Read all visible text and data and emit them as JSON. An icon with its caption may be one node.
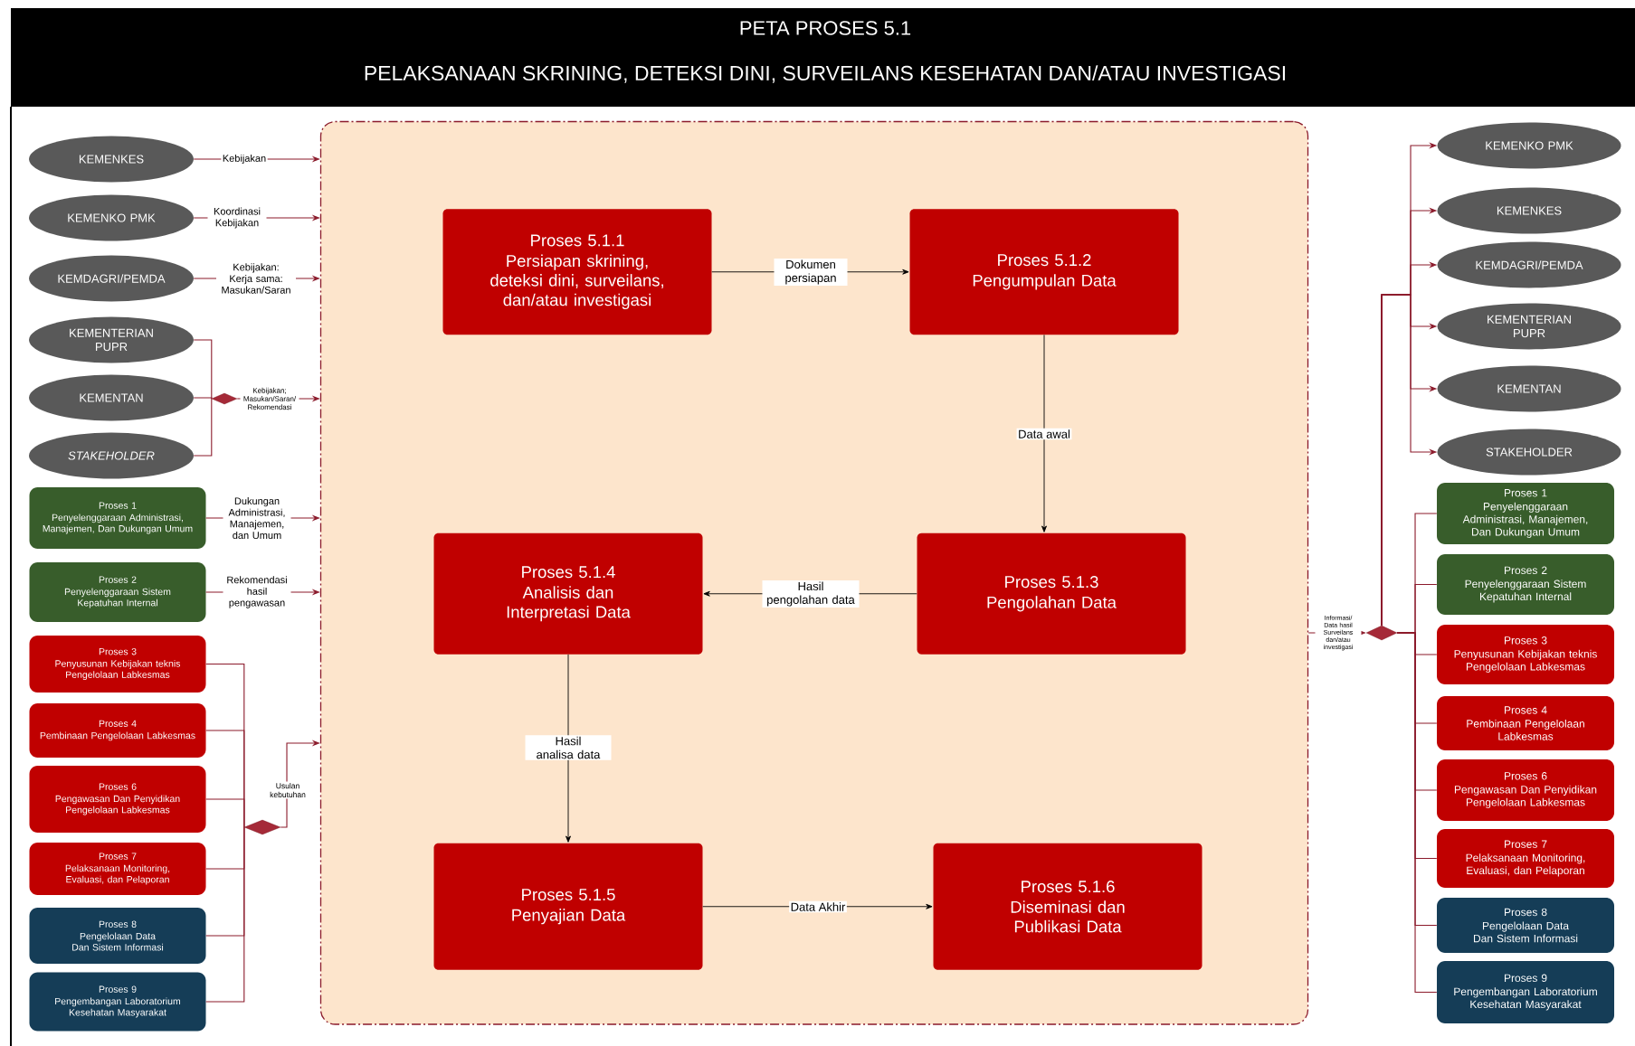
{
  "diagram": {
    "title": "PETA PROSES 5.1",
    "nodes": [
      {
        "text": [
          "KEMENKES"
        ]
      },
      {
        "text": [
          "KEMENKO PMK"
        ]
      },
      {
        "text": [
          "KEMDAGRI/PEMDA"
        ]
      },
      {
        "text": [
          "KEMENTERIAN PUPR"
        ]
      },
      {
        "text": [
          "KEMENTAN"
        ]
      },
      {
        "text": [
          "STAKEHOLDER"
        ]
      },
      {
        "text": [
          "Proses 1",
          "Penyelenggaraan Administrasi, Manajemen, Dan Dukungan Umum"
        ]
      },
      {
        "text": [
          "Proses 2",
          "Penyelenggaraan Sistem Kepatuhan Internal"
        ]
      },
      {
        "text": [
          "Proses 3",
          "Penyusunan Kebijakan teknis Pengelolaan Labkesmas"
        ]
      },
      {
        "text": [
          "Proses 4",
          "Pembinaan Pengelolaan Labkesmas"
        ]
      },
      {
        "text": [
          "Proses 6",
          "Pengawasan Dan Penyidikan Pengelolaan Labkesmas"
        ]
      },
      {
        "text": [
          "Proses 7",
          "Pelaksanaan Monitoring, Evaluasi, dan Pelaporan"
        ]
      },
      {
        "text": [
          "Proses 8",
          "Pengelolaan Data Dan Sistem Informasi"
        ]
      },
      {
        "text": [
          "Proses 9",
          "Pengembangan Laboratorium Kesehatan Masyarakat"
        ]
      },
      {
        "text": [],
        "shape": "box"
      },
      {
        "text": [
          "Proses 5.1.1",
          "Persiapan skrining, deteksi dini, surveilans, dan/atau investigasi"
        ],
        "in": 14
      },
      {
        "text": [
          "Proses 5.1.2",
          "Pengumpulan Data"
        ],
        "in": 14
      },
      {
        "text": [
          "Proses 5.1.3",
          "Pengolahan Data"
        ],
        "in": 14
      },
      {
        "text": [
          "Proses 5.1.4",
          "Analisis dan Interpretasi Data"
        ],
        "in": 14
      },
      {
        "text": [
          "Proses 5.1.5",
          "Penyajian Data"
        ],
        "in": 14
      },
      {
        "text": [
          "Proses 5.1.6",
          "Diseminasi dan Publikasi Data"
        ],
        "in": 14
      },
      {
        "text": [],
        "shape": "diamond"
      },
      {
        "text": [],
        "shape": "diamond"
      },
      {
        "text": [],
        "shape": "diamond"
      },
      {
        "text": [
          "KEMENKO PMK"
        ]
      },
      {
        "text": [
          "KEMENKES"
        ]
      },
      {
        "text": [
          "KEMDAGRI/PEMDA"
        ]
      },
      {
        "text": [
          "KEMENTERIAN PUPR"
        ]
      },
      {
        "text": [
          "KEMENTAN"
        ]
      },
      {
        "text": [
          "STAKEHOLDER"
        ]
      },
      {
        "text": [
          "Proses 1",
          "Penyelenggaraan Administrasi, Manajemen, Dan Dukungan Umum"
        ]
      },
      {
        "text": [
          "Proses 2",
          "Penyelenggaraan Sistem Kepatuhan Internal"
        ]
      },
      {
        "text": [
          "Proses 3",
          "Penyusunan Kebijakan teknis Pengelolaan Labkesmas"
        ]
      },
      {
        "text": [
          "Proses 4",
          "Pembinaan Pengelolaan Labkesmas"
        ]
      },
      {
        "text": [
          "Proses 6",
          "Pengawasan Dan Penyidikan Pengelolaan Labkesmas"
        ]
      },
      {
        "text": [
          "Proses 7",
          "Pelaksanaan Monitoring, Evaluasi, dan Pelaporan"
        ]
      },
      {
        "text": [
          "Proses 8",
          "Pengelolaan Data Dan Sistem Informasi"
        ]
      },
      {
        "text": [
          "Proses 9",
          "Pengembangan Laboratorium Kesehatan Masyarakat"
        ]
      }
    ],
    "edges": [
      {
        "from": 0,
        "to": 14,
        "arrow": "to",
        "label": "Kebijakan"
      },
      {
        "from": 1,
        "to": 14,
        "arrow": "to",
        "label": "Koordinasi Kebijakan"
      },
      {
        "from": 2,
        "to": 14,
        "arrow": "to",
        "label": "Kebijakan: Kerja sama: Masukan/Saran"
      },
      {
        "from": 3,
        "to": 21,
        "arrow": "none"
      },
      {
        "from": 4,
        "to": 21,
        "arrow": "none"
      },
      {
        "from": 5,
        "to": 21,
        "arrow": "none"
      },
      {
        "from": 21,
        "to": 14,
        "arrow": "to",
        "label": "Kebijakan; Masukan/Saran/ Rekomendasi"
      },
      {
        "from": 6,
        "to": 14,
        "arrow": "to",
        "label": "Dukungan Administrasi, Manajemen, dan Umum"
      },
      {
        "from": 7,
        "to": 14,
        "arrow": "to",
        "label": "Rekomendasi hasil pengawasan"
      },
      {
        "from": 8,
        "to": 22,
        "arrow": "none"
      },
      {
        "from": 9,
        "to": 22,
        "arrow": "none"
      },
      {
        "from": 10,
        "to": 22,
        "arrow": "none"
      },
      {
        "from": 11,
        "to": 22,
        "arrow": "none"
      },
      {
        "from": 12,
        "to": 22,
        "arrow": "none"
      },
      {
        "from": 13,
        "to": 22,
        "arrow": "none"
      },
      {
        "from": 22,
        "to": 14,
        "arrow": "to",
        "label": "Usulan kebutuhan"
      },
      {
        "from": 15,
        "to": 16,
        "arrow": "to",
        "label": "Dokumen persiapan",
        "color": "#000000"
      },
      {
        "from": 16,
        "to": 17,
        "arrow": "to",
        "label": "Data awal",
        "color": "#000000"
      },
      {
        "from": 17,
        "to": 18,
        "arrow": "to",
        "label": "Hasil pengolahan data",
        "color": "#000000"
      },
      {
        "from": 18,
        "to": 19,
        "arrow": "to",
        "label": "Hasil analisa data",
        "color": "#000000"
      },
      {
        "from": 19,
        "to": 20,
        "arrow": "to",
        "label": "Data Akhir",
        "color": "#000000"
      },
      {
        "from": 14,
        "to": 23,
        "arrow": "to",
        "label": "Informasi/ Data hasil Surveilans dan/atau investigasi"
      },
      {
        "from": 23,
        "to": 24,
        "arrow": "to"
      },
      {
        "from": 23,
        "to": 25,
        "arrow": "to"
      },
      {
        "from": 23,
        "to": 26,
        "arrow": "to"
      },
      {
        "from": 23,
        "to": 27,
        "arrow": "to"
      },
      {
        "from": 23,
        "to": 28,
        "arrow": "to"
      },
      {
        "from": 23,
        "to": 29,
        "arrow": "to"
      },
      {
        "from": 23,
        "to": 30,
        "arrow": "none"
      },
      {
        "from": 23,
        "to": 31,
        "arrow": "none"
      },
      {
        "from": 23,
        "to": 32,
        "arrow": "none"
      },
      {
        "from": 23,
        "to": 33,
        "arrow": "none"
      },
      {
        "from": 23,
        "to": 34,
        "arrow": "none"
      },
      {
        "from": 23,
        "to": 35,
        "arrow": "none"
      },
      {
        "from": 23,
        "to": 36,
        "arrow": "none"
      },
      {
        "from": 23,
        "to": 37,
        "arrow": "none"
      }
    ],
    "labels": [
      "PELAKSANAAN SKRINING, DETEKSI DINI, SURVEILANS KESEHATAN DAN/ATAU INVESTIGASI"
    ]
  }
}
